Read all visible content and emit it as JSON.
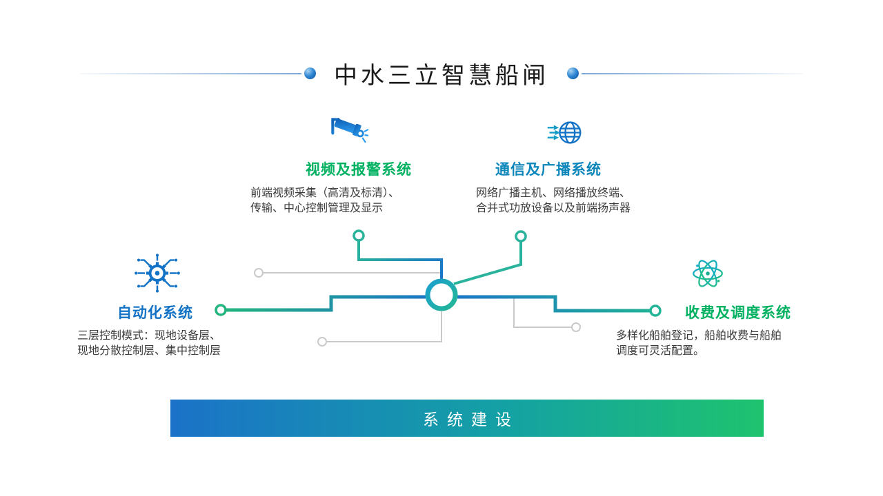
{
  "title": "中水三立智慧船闸",
  "banner": {
    "label": "系统建设"
  },
  "systems": {
    "video": {
      "icon": "cctv-camera-icon",
      "title": "视频及报警系统",
      "desc": "前端视频采集（高清及标清）、\n传输、中心控制管理及显示"
    },
    "comm": {
      "icon": "broadcast-globe-icon",
      "title": "通信及广播系统",
      "desc": "网络广播主机、网络播放终端、\n合并式功放设备以及前端扬声器"
    },
    "auto": {
      "icon": "gear-circuit-icon",
      "title": "自动化系统",
      "desc": "三层控制模式：现地设备层、\n现地分散控制层、集中控制层"
    },
    "fee": {
      "icon": "atom-icon",
      "title": "收费及调度系统",
      "desc": "多样化船舶登记，船舶收费与船舶\n调度可灵活配置。"
    }
  },
  "colors": {
    "green": "#00b161",
    "blue": "#1273c6",
    "teal": "#2ab39c",
    "banner_gradient_start": "#1b72c8",
    "banner_gradient_end": "#1ec36e",
    "line_gray": "#c9c9c9"
  }
}
